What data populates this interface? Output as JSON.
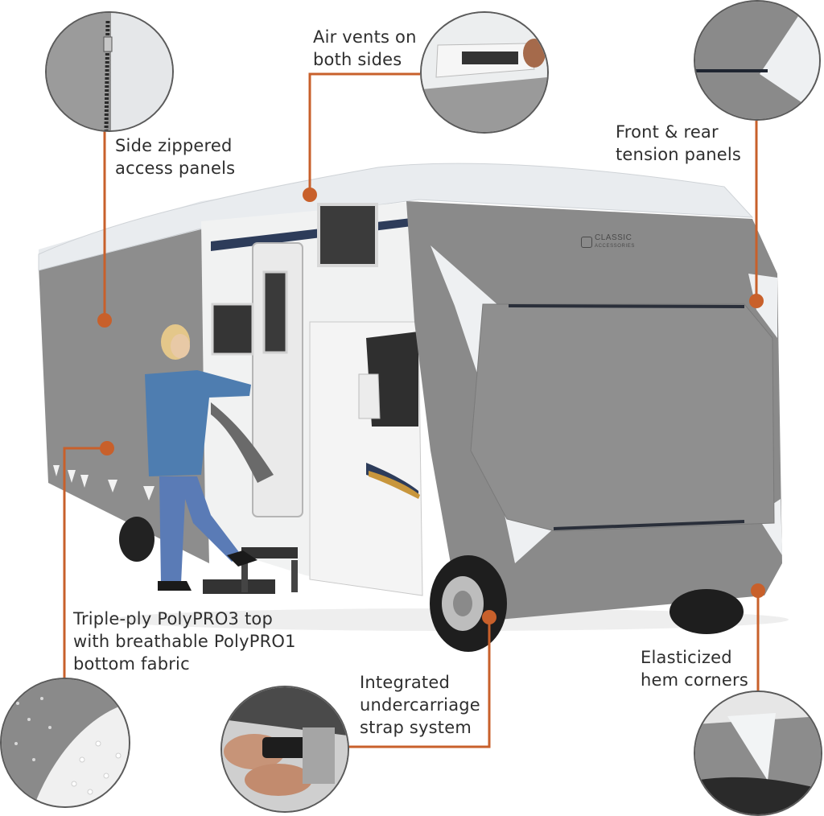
{
  "callouts": {
    "air_vents": {
      "line1": "Air vents on",
      "line2": "both sides"
    },
    "side_zipper": {
      "line1": "Side zippered",
      "line2": "access panels"
    },
    "tension": {
      "line1": "Front & rear",
      "line2": "tension panels"
    },
    "fabric": {
      "line1": "Triple-ply PolyPRO3 top",
      "line2": "with breathable PolyPRO1",
      "line3": "bottom fabric"
    },
    "strap": {
      "line1": "Integrated",
      "line2": "undercarriage",
      "line3": "strap system"
    },
    "hem": {
      "line1": "Elasticized",
      "line2": "hem corners"
    }
  },
  "brand": {
    "line1": "CLASSIC",
    "line2": "ACCESSORIES"
  },
  "colors": {
    "accent": "#c8602b",
    "cover_gray": "#8c8c8c",
    "cover_light": "#e9ecef",
    "text": "#2e2e2e"
  },
  "icons": [
    "callout-dot",
    "zoom-circle"
  ]
}
